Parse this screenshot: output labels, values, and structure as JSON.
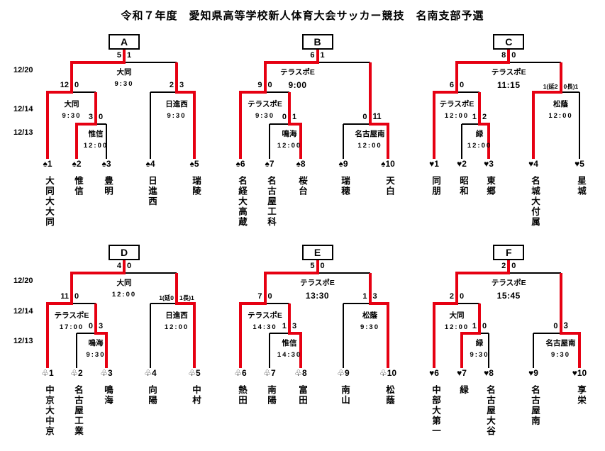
{
  "title": "令和７年度　愛知県高等学校新人体育大会サッカー競技　名南支部予選",
  "round_dates": [
    "12/20",
    "12/14",
    "12/13"
  ],
  "colors": {
    "winner_path": "#e60012",
    "line": "#000000"
  },
  "brackets": [
    {
      "group": "A",
      "teams": [
        {
          "seed": "♠1",
          "name": "大同大大同"
        },
        {
          "seed": "♠2",
          "name": "惟信"
        },
        {
          "seed": "♠3",
          "name": "豊明"
        },
        {
          "seed": "♠4",
          "name": "日進西"
        },
        {
          "seed": "♠5",
          "name": "瑞陵"
        }
      ],
      "matches": {
        "first": {
          "score_left": "3",
          "score_right": "0",
          "venue": "惟信",
          "time": "12:00",
          "winner": "left"
        },
        "semi": {
          "score_left": "12",
          "score_right": "0",
          "venue": "大同",
          "time": "9:30",
          "winner": "left"
        },
        "right": {
          "score_left": "2",
          "score_right": "3",
          "venue": "日進西",
          "time": "9:30",
          "winner": "right",
          "level": "semi"
        },
        "final": {
          "score_left": "5",
          "score_right": "1",
          "venue": "大同",
          "time": "9:30",
          "winner": "left",
          "time_bold": false
        }
      }
    },
    {
      "group": "B",
      "teams": [
        {
          "seed": "♠6",
          "name": "名経大高蔵"
        },
        {
          "seed": "♠7",
          "name": "名古屋工科"
        },
        {
          "seed": "♠8",
          "name": "桜台"
        },
        {
          "seed": "♠9",
          "name": "瑞穂"
        },
        {
          "seed": "♠10",
          "name": "天白"
        }
      ],
      "matches": {
        "first": {
          "score_left": "0",
          "score_right": "1",
          "venue": "鳴海",
          "time": "12:00",
          "winner": "right"
        },
        "semi": {
          "score_left": "9",
          "score_right": "0",
          "venue": "テラスポE",
          "time": "9:30",
          "winner": "left"
        },
        "right": {
          "score_left": "0",
          "score_right": "11",
          "venue": "名古屋南",
          "time": "12:00",
          "winner": "right",
          "level": "first",
          "score_right_bold": true
        },
        "final": {
          "score_left": "6",
          "score_right": "1",
          "venue": "テラスポE",
          "time": "9:00",
          "winner": "left",
          "time_bold": true
        }
      }
    },
    {
      "group": "C",
      "teams": [
        {
          "seed": "♥1",
          "name": "同朋"
        },
        {
          "seed": "♥2",
          "name": "昭和"
        },
        {
          "seed": "♥3",
          "name": "東郷"
        },
        {
          "seed": "♥4",
          "name": "名城大付属"
        },
        {
          "seed": "♥5",
          "name": "星城"
        }
      ],
      "matches": {
        "first": {
          "score_left": "1",
          "score_right": "2",
          "venue": "緑",
          "time": "12:00",
          "winner": "right"
        },
        "semi": {
          "score_left": "6",
          "score_right": "0",
          "venue": "テラスポE",
          "time": "12:00",
          "winner": "left"
        },
        "right": {
          "score_left": "1(延2",
          "score_right": "0長)1",
          "venue": "松蔭",
          "time": "12:00",
          "winner": "left",
          "level": "semi"
        },
        "final": {
          "score_left": "8",
          "score_right": "0",
          "venue": "テラスポE",
          "time": "11:15",
          "winner": "left",
          "time_bold": true
        }
      }
    },
    {
      "group": "D",
      "teams": [
        {
          "seed": "♧1",
          "name": "中京大中京"
        },
        {
          "seed": "♧2",
          "name": "名古屋工業"
        },
        {
          "seed": "♧3",
          "name": "鳴海"
        },
        {
          "seed": "♧4",
          "name": "向陽"
        },
        {
          "seed": "♧5",
          "name": "中村"
        }
      ],
      "matches": {
        "first": {
          "score_left": "0",
          "score_right": "3",
          "venue": "鳴海",
          "time": "9:30",
          "winner": "right"
        },
        "semi": {
          "score_left": "11",
          "score_right": "0",
          "venue": "テラスポE",
          "time": "17:00",
          "winner": "left"
        },
        "right": {
          "score_left": "1(延0",
          "score_right": "1長)1",
          "venue": "日進西",
          "time": "12:00",
          "winner": "right",
          "level": "semi"
        },
        "final": {
          "score_left": "4",
          "score_right": "0",
          "venue": "大同",
          "time": "12:00",
          "winner": "left",
          "time_bold": false
        }
      }
    },
    {
      "group": "E",
      "teams": [
        {
          "seed": "♧6",
          "name": "熱田"
        },
        {
          "seed": "♧7",
          "name": "南陽"
        },
        {
          "seed": "♧8",
          "name": "富田"
        },
        {
          "seed": "♧9",
          "name": "南山"
        },
        {
          "seed": "♧10",
          "name": "松蔭"
        }
      ],
      "matches": {
        "first": {
          "score_left": "1",
          "score_right": "3",
          "venue": "惟信",
          "time": "14:30",
          "winner": "right"
        },
        "semi": {
          "score_left": "7",
          "score_right": "0",
          "venue": "テラスポE",
          "time": "14:30",
          "winner": "left"
        },
        "right": {
          "score_left": "1",
          "score_right": "3",
          "venue": "松蔭",
          "time": "9:30",
          "winner": "right",
          "level": "semi"
        },
        "final": {
          "score_left": "5",
          "score_right": "0",
          "venue": "テラスポE",
          "time": "13:30",
          "winner": "left",
          "time_bold": true
        }
      }
    },
    {
      "group": "F",
      "teams": [
        {
          "seed": "♥6",
          "name": "中部大第一"
        },
        {
          "seed": "♥7",
          "name": "緑"
        },
        {
          "seed": "♥8",
          "name": "名古屋大谷"
        },
        {
          "seed": "♥9",
          "name": "名古屋南"
        },
        {
          "seed": "♥10",
          "name": "享栄"
        }
      ],
      "matches": {
        "first": {
          "score_left": "1",
          "score_right": "0",
          "venue": "緑",
          "time": "9:30",
          "winner": "left"
        },
        "semi": {
          "score_left": "2",
          "score_right": "0",
          "venue": "大同",
          "time": "12:00",
          "winner": "left"
        },
        "right": {
          "score_left": "0",
          "score_right": "3",
          "venue": "名古屋南",
          "time": "9:30",
          "winner": "right",
          "level": "first",
          "score_right_bold": true
        },
        "final": {
          "score_left": "2",
          "score_right": "0",
          "venue": "テラスポE",
          "time": "15:45",
          "winner": "left",
          "time_bold": true
        }
      }
    }
  ]
}
